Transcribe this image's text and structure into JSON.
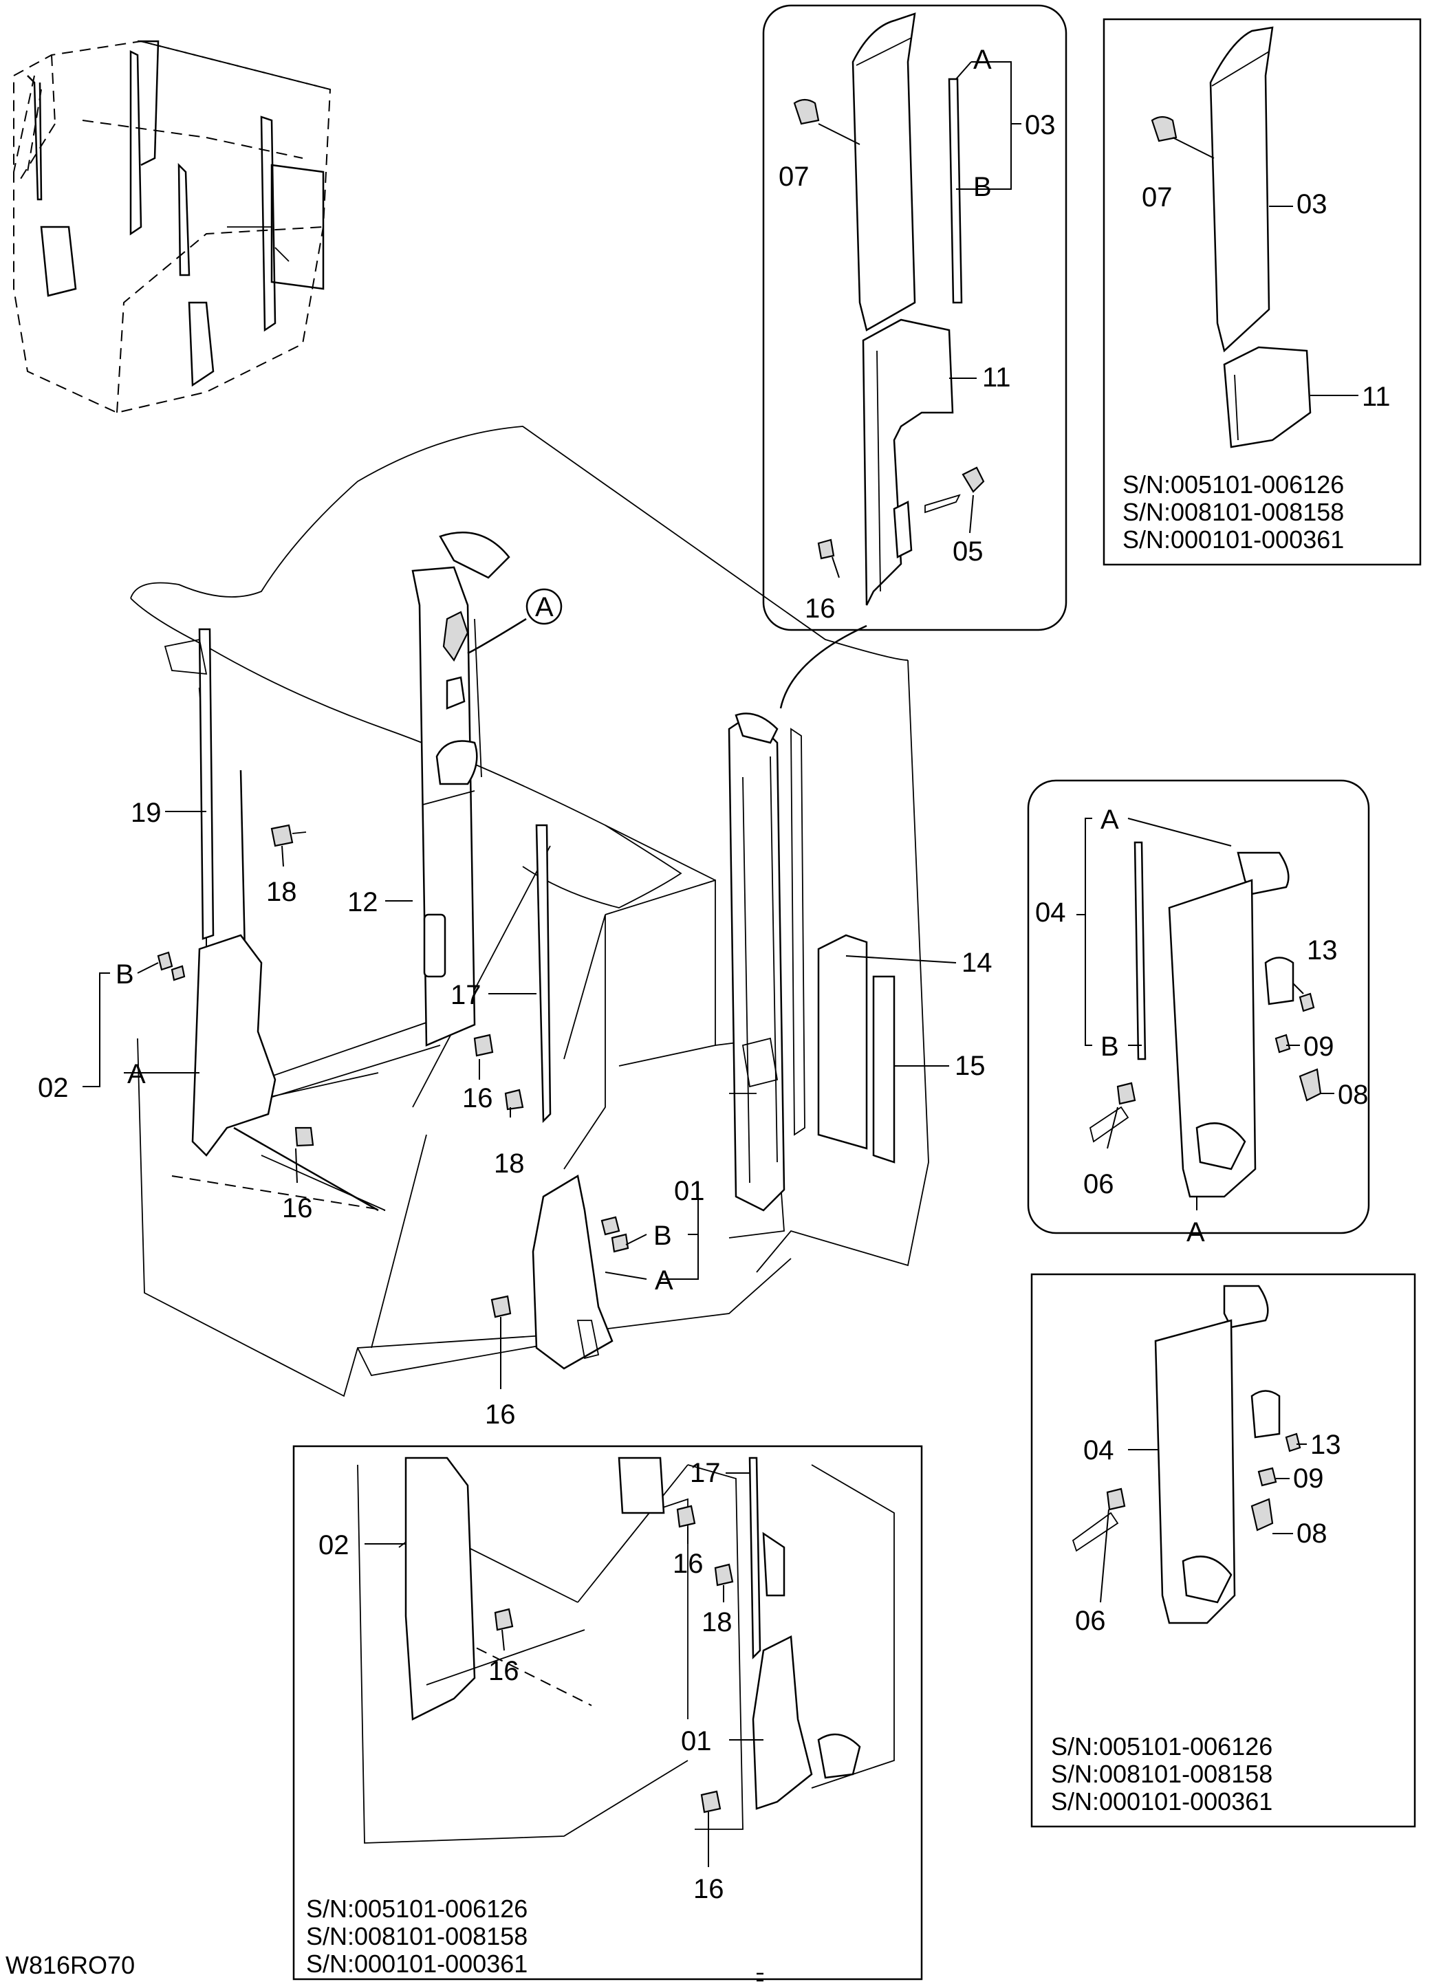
{
  "drawing_code": "W816RO70",
  "serial_ranges": [
    "S/N:005101-006126",
    "S/N:008101-008158",
    "S/N:000101-000361"
  ],
  "main_view": {
    "labels": {
      "p19": "19",
      "p18a": "18",
      "p12": "12",
      "p02": "02",
      "pB1": "B",
      "pA1": "A",
      "p16a": "16",
      "p17": "17",
      "p16b": "16",
      "p18b": "18",
      "p14": "14",
      "p15": "15",
      "p01": "01",
      "pB2": "B",
      "pA2": "A",
      "p16c": "16",
      "callout": "A"
    }
  },
  "detail_a_top": {
    "labels": {
      "A": "A",
      "B": "B",
      "p03": "03",
      "p07": "07",
      "p11": "11",
      "p05": "05",
      "p16": "16"
    }
  },
  "detail_top_right": {
    "labels": {
      "p07": "07",
      "p03": "03",
      "p11": "11"
    }
  },
  "detail_mid_right": {
    "labels": {
      "A_top": "A",
      "p04": "04",
      "B": "B",
      "p13": "13",
      "p09": "09",
      "p08": "08",
      "p06": "06",
      "A_bottom": "A"
    }
  },
  "detail_low_right": {
    "labels": {
      "p04": "04",
      "p13": "13",
      "p09": "09",
      "p08": "08",
      "p06": "06"
    }
  },
  "detail_bottom": {
    "labels": {
      "p17": "17",
      "p02": "02",
      "p16a": "16",
      "p18": "18",
      "p16b": "16",
      "p01": "01",
      "p16c": "16"
    }
  }
}
